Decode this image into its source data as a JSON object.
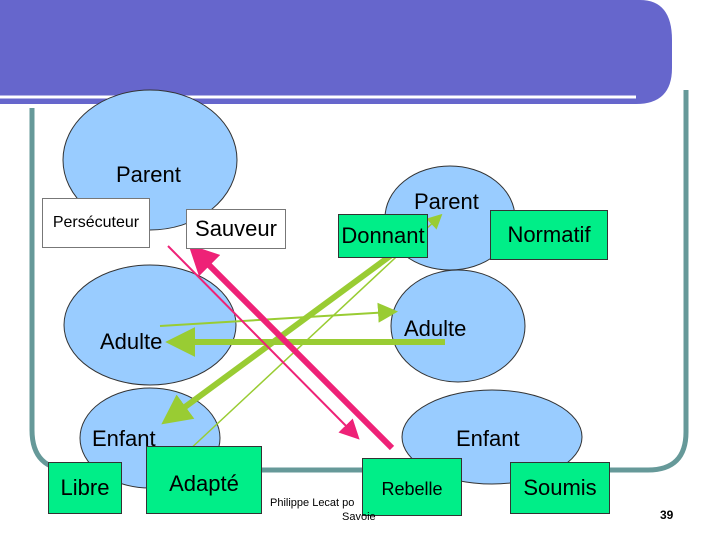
{
  "diagram": {
    "left_parent": "Parent",
    "left_adult": "Adulte",
    "left_child": "Enfant",
    "right_parent": "Parent",
    "right_adult": "Adulte",
    "right_child": "Enfant",
    "persecuteur": "Persécuteur",
    "sauveur": "Sauveur",
    "donnant": "Donnant",
    "normatif": "Normatif",
    "libre": "Libre",
    "adapte": "Adapté",
    "rebelle": "Rebelle",
    "soumis": "Soumis"
  },
  "footer": {
    "author_line1": "Philippe Lecat po",
    "author_line2": "Savoie",
    "page_number": "39"
  },
  "colors": {
    "title_band": "#6666cc",
    "ellipse_fill": "#99ccff",
    "frame_border": "#669999",
    "green_box": "#00ee88",
    "arrow_green": "#99cc33",
    "arrow_pink": "#ee2277"
  }
}
